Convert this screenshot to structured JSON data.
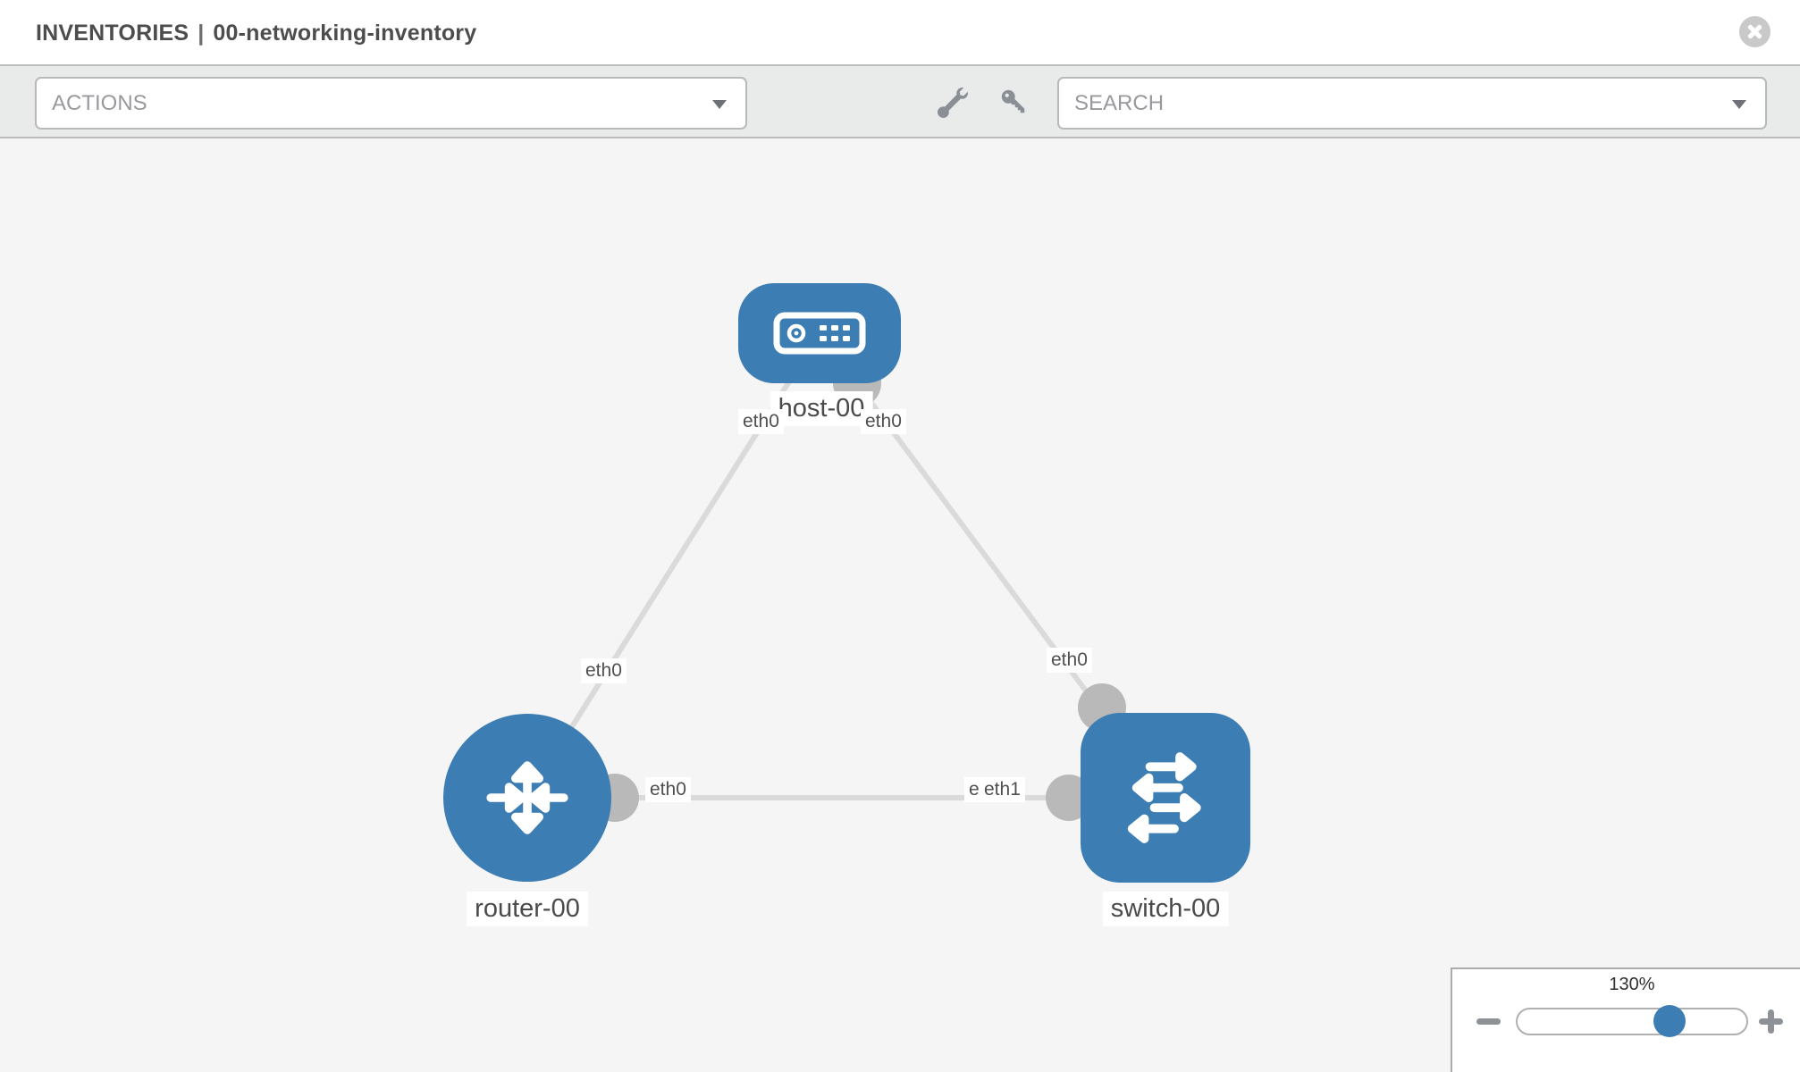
{
  "header": {
    "section_title": "INVENTORIES",
    "separator": "|",
    "inventory_name": "00-networking-inventory",
    "close_icon": "circle-x-icon"
  },
  "toolbar": {
    "actions_dropdown": {
      "placeholder": "ACTIONS",
      "icon": "chevron-down-icon"
    },
    "tools": [
      {
        "icon": "wrench-icon"
      },
      {
        "icon": "key-icon"
      }
    ],
    "search_dropdown": {
      "placeholder": "SEARCH",
      "icon": "chevron-down-icon"
    }
  },
  "topology": {
    "nodes": [
      {
        "label": "host-00",
        "type": "host",
        "icon": "host-icon"
      },
      {
        "label": "router-00",
        "type": "router",
        "icon": "router-icon"
      },
      {
        "label": "switch-00",
        "type": "switch",
        "icon": "switch-icon"
      }
    ],
    "links": [
      {
        "from": "host-00",
        "from_if": "eth0",
        "to": "router-00",
        "to_if": "eth0"
      },
      {
        "from": "host-00",
        "from_if": "eth0",
        "to": "switch-00",
        "to_if": "eth0"
      },
      {
        "from": "router-00",
        "from_if": "eth0",
        "to": "switch-00",
        "to_if": "eth1"
      }
    ],
    "interface_labels": [
      {
        "text": "eth0",
        "near": "host-00-left-port"
      },
      {
        "text": "eth0",
        "near": "host-00-right-port"
      },
      {
        "text": "eth0",
        "near": "host-router-link-mid"
      },
      {
        "text": "eth0",
        "near": "host-switch-link-mid"
      },
      {
        "text": "eth0",
        "near": "router-00-port"
      },
      {
        "text": "eth0",
        "near": "switch-00-port-under"
      },
      {
        "text": "eth1",
        "near": "switch-00-port"
      }
    ]
  },
  "zoom_control": {
    "level": "130%",
    "minus_label": "−",
    "plus_label": "+"
  },
  "colors": {
    "node_fill": "#3c7db4",
    "link_stroke": "#dadada",
    "port_fill": "#b9b9b9",
    "canvas_bg": "#f5f5f6",
    "toolbar_bg": "#e9eaea",
    "icon_gray": "#8a8f96"
  }
}
